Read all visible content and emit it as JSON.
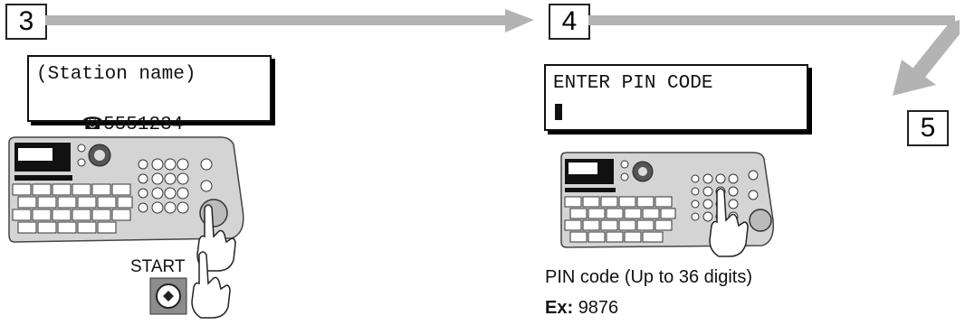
{
  "steps": [
    {
      "number": "3",
      "display_line1": "(Station name)",
      "display_line2": "5551234"
    },
    {
      "number": "4",
      "display_line1": "ENTER PIN CODE",
      "display_line2": ""
    },
    {
      "number": "5"
    }
  ],
  "phone_icon": "telephone-icon",
  "start_button_label": "START",
  "pin_caption": "PIN code (Up to 36 digits)",
  "example": {
    "prefix": "Ex:",
    "value": "9876"
  },
  "colors": {
    "arrow": "#b3b3b3",
    "panel": "#d9d9d9",
    "display": "#111111"
  }
}
